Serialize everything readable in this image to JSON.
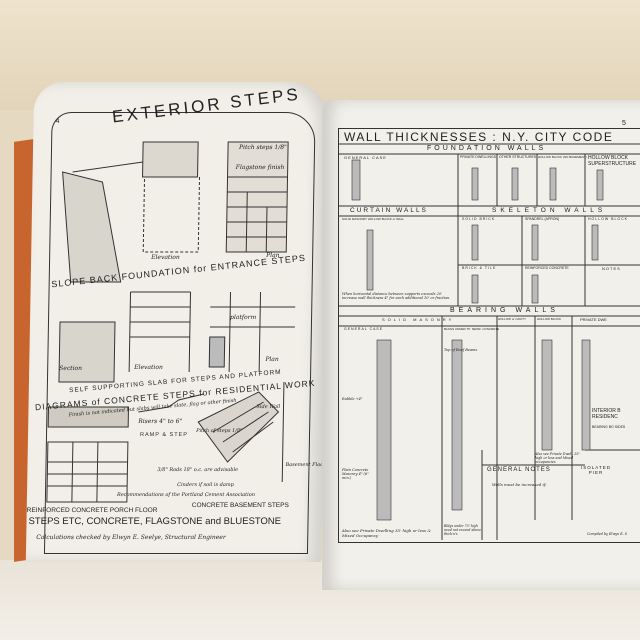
{
  "left_page": {
    "page_number": "4",
    "title": "EXTERIOR STEPS",
    "labels": {
      "elevation": "Elevation",
      "plan": "Plan",
      "section": "Section",
      "pitch_steps": "Pitch steps 1/8\"",
      "flagstone_finish": "Flagstone finish",
      "platform": "platform",
      "ramp_step": "RAMP & STEP",
      "risers": "Risers 4\" to 6\"",
      "pitch_of_steps": "Pitch of steps 1/8\"",
      "rods": "3/8\" Rods 18\" o.c. are advisable",
      "cinders": "Cinders if soil is damp",
      "basement_floor": "Basement Floor",
      "side_wall": "Side Wall",
      "recommendations": "Recommendations of the Portland Cement Association"
    },
    "captions": {
      "slope_back": "SLOPE BACK FOUNDATION for ENTRANCE STEPS",
      "self_supporting": "SELF SUPPORTING SLAB FOR STEPS AND PLATFORM",
      "diagrams": "DIAGRAMS of CONCRETE STEPS for RESIDENTIAL WORK",
      "diagrams_sub": "Finish is not indicated but slabs will take slate, flag or other finish",
      "porch_floor": "REINFORCED CONCRETE PORCH FLOOR",
      "basement_steps": "CONCRETE BASEMENT STEPS",
      "main": "STEPS ETC, CONCRETE, FLAGSTONE and BLUESTONE",
      "credit": "Calculations checked by Elwyn E. Seelye, Structural Engineer"
    }
  },
  "right_page": {
    "page_number": "5",
    "title": "WALL THICKNESSES : N.Y. CITY CODE",
    "sections": {
      "foundation": "FOUNDATION WALLS",
      "curtain": "CURTAIN WALLS",
      "skeleton": "SKELETON WALLS",
      "bearing": "BEARING WALLS",
      "solid_masonry": "SOLID MASONRY"
    },
    "headers": {
      "general_case": "GENERAL CASE",
      "private_dwellings": "PRIVATE DWELLINGS",
      "other_structures": "OTHER STRUCTURES",
      "hollow_block_no_basement": "HOLLOW BLOCK (NO BASEMENT)",
      "hollow_block_super": "HOLLOW BLOCK SUPERSTRUCTURE",
      "solid_masonry_hollow": "SOLID MASONRY   HOLLOW BLOCK or WALL",
      "solid_brick": "SOLID BRICK",
      "spandrel": "SPANDREL (APRON)",
      "hollow_block": "HOLLOW BLOCK",
      "brick_tile": "BRICK & TILE",
      "reinforced_concrete": "REINFORCED CONCRETE",
      "notes": "NOTES",
      "general_case_b": "GENERAL CASE",
      "bldgs_under": "BLDGS UNDER 75'",
      "reinf_concrete": "REINF. CONCRETE",
      "hollow_cavity": "HOLLOW or CAVITY",
      "hollow_block_b": "HOLLOW BLOCK",
      "private_dw": "PRIVATE DWE",
      "interior": "INTERIOR B RESIDENC",
      "bearing_both": "BEARING BO SIDES",
      "general_notes": "GENERAL NOTES",
      "isolated_pier": "ISOLATED PIER"
    },
    "notes": {
      "curtain_note": "When horizontal distance between supports exceeds 20' increase wall thickness 4\" for each additional 10' or fraction.",
      "rubble": "Rubble +4\"",
      "plain_concrete": "Plain Concrete Masonry 4\" (6\" min.)",
      "also_see": "Also see Private Dwelling 35' high or less & Mixed Occupancy",
      "bldgs_note": "Bldgs under 75' high need not exceed above thick'n's",
      "also_see_2": "Also see Private Dwell. 35' high or less and Mixed occupancies",
      "walls_increased": "Walls must be increased if:",
      "top_roof_beams": "Top of Roof Beams",
      "compiled": "Compiled by Elwyn E. S"
    }
  },
  "colors": {
    "cover": "#c8642e",
    "paper": "#f1efe8",
    "ink": "#2a2a2a",
    "wall": "#e6d9c2"
  }
}
